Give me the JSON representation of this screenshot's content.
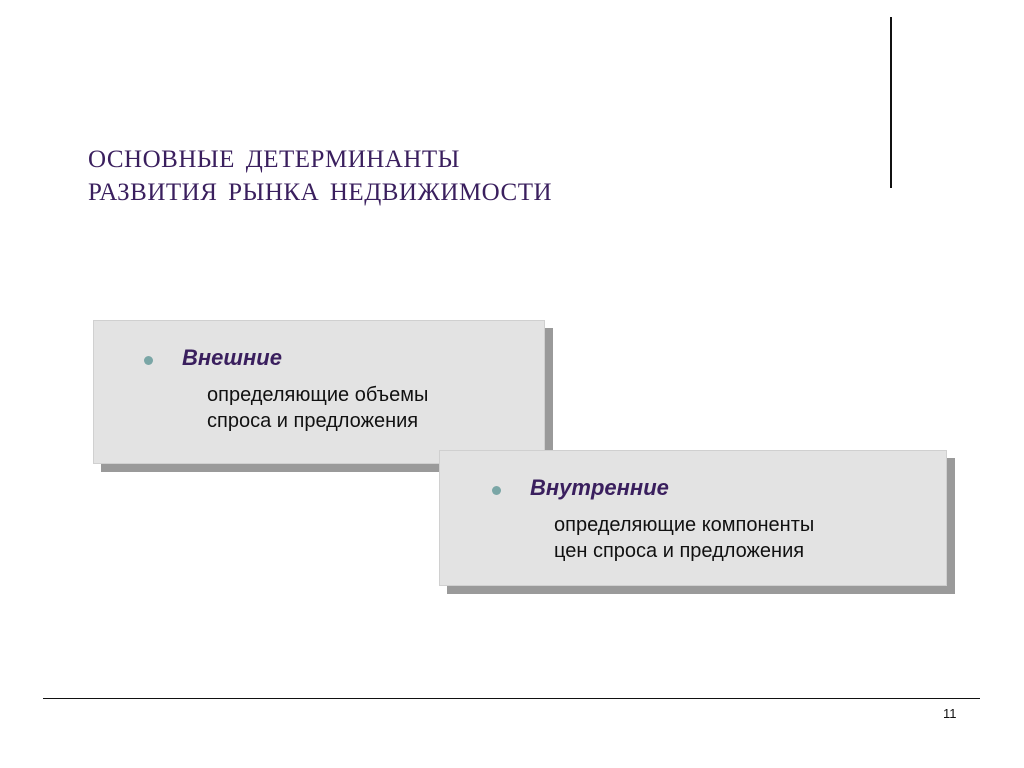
{
  "slide": {
    "title_lines": [
      "ОСНОВНЫЕ  ДЕТЕРМИНАНТЫ",
      "РАЗВИТИЯ  РЫНКА  НЕДВИЖИМОСТИ"
    ],
    "boxes": [
      {
        "heading": "Внешние",
        "desc_lines": [
          "определяющие объемы",
          "спроса и предложения"
        ]
      },
      {
        "heading": "Внутренние",
        "desc_lines": [
          "определяющие компоненты",
          "цен спроса и предложения"
        ]
      }
    ],
    "page_number": "11"
  },
  "colors": {
    "title": "#3a1f5e",
    "box_fill": "#e3e3e3",
    "box_shadow": "#9a9a9a",
    "bullet": "#7aa6a6"
  }
}
